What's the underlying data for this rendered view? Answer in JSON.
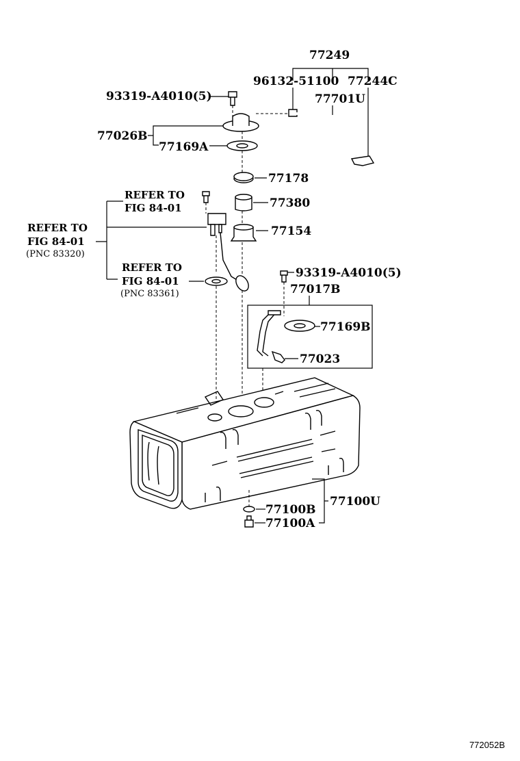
{
  "labels": {
    "p77249": "77249",
    "p96132": "96132-51100",
    "p77244c": "77244C",
    "p93319_top": "93319-A4010(5)",
    "p77701u": "77701U",
    "p77026b": "77026B",
    "p77169a": "77169A",
    "p77178": "77178",
    "ref1_line1": "REFER TO",
    "ref1_line2": "FIG 84-01",
    "p77380": "77380",
    "ref2_line1": "REFER TO",
    "ref2_line2": "FIG 84-01",
    "ref2_pnc": "(PNC 83320)",
    "p77154": "77154",
    "ref3_line1": "REFER TO",
    "ref3_line2": "FIG 84-01",
    "ref3_pnc": "(PNC 83361)",
    "p93319_mid": "93319-A4010(5)",
    "p77017b": "77017B",
    "p77169b": "77169B",
    "p77023": "77023",
    "p77100u": "77100U",
    "p77100b": "77100B",
    "p77100a": "77100A"
  },
  "figure_code": "772052B"
}
